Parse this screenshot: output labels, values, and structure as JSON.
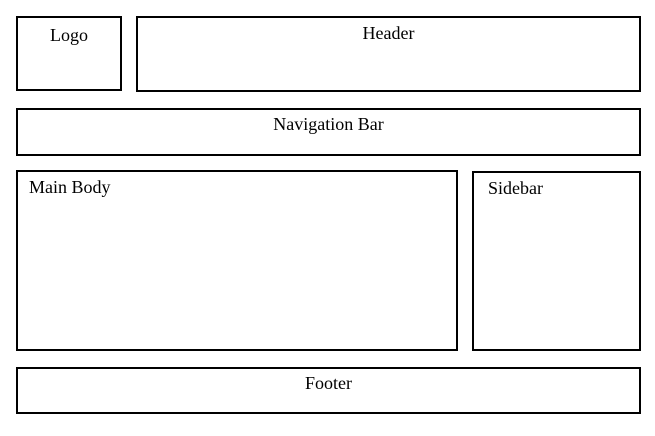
{
  "canvas": {
    "background_color": "#ffffff",
    "border_color": "#000000",
    "text_color": "#000000"
  },
  "regions": {
    "logo": {
      "label": "Logo"
    },
    "header": {
      "label": "Header"
    },
    "navigation": {
      "label": "Navigation Bar"
    },
    "main_body": {
      "label": "Main Body"
    },
    "sidebar": {
      "label": "Sidebar"
    },
    "footer": {
      "label": "Footer"
    }
  }
}
